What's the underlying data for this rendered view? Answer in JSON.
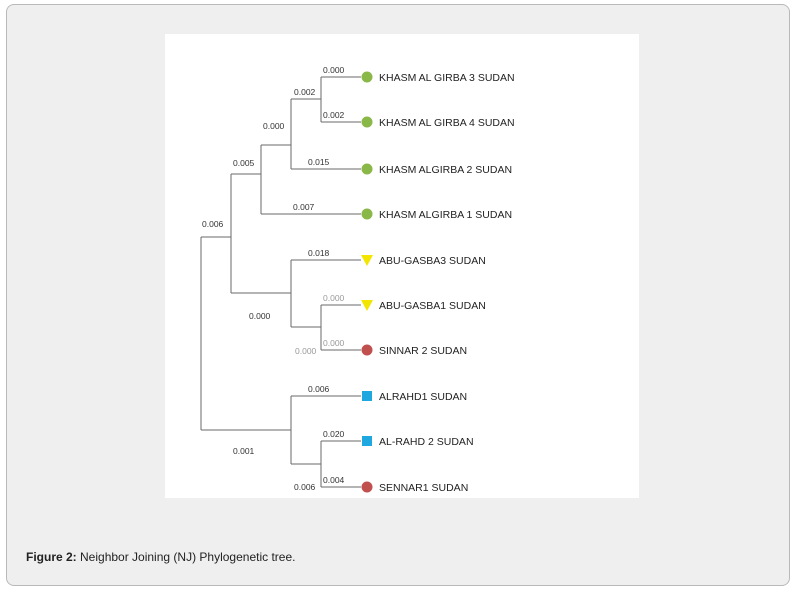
{
  "caption": {
    "label": "Figure 2:",
    "text": "Neighbor Joining (NJ) Phylogenetic tree."
  },
  "colors": {
    "green_marker": "#8ab848",
    "yellow_marker": "#f2e600",
    "red_marker": "#c0504d",
    "blue_marker": "#1fa8e0",
    "branch": "#6a6a6a"
  },
  "tree": {
    "method": "Neighbor Joining (NJ)",
    "leaves": [
      {
        "label": "KHASM AL GIRBA 3 SUDAN",
        "marker": "circle",
        "color": "#8ab848",
        "branch_length": "0.000"
      },
      {
        "label": "KHASM AL GIRBA 4 SUDAN",
        "marker": "circle",
        "color": "#8ab848",
        "branch_length": "0.002"
      },
      {
        "label": "KHASM ALGIRBA 2 SUDAN",
        "marker": "circle",
        "color": "#8ab848",
        "branch_length": "0.015"
      },
      {
        "label": "KHASM ALGIRBA 1 SUDAN",
        "marker": "circle",
        "color": "#8ab848",
        "branch_length": "0.007"
      },
      {
        "label": "ABU-GASBA3 SUDAN",
        "marker": "triangle",
        "color": "#f2e600",
        "branch_length": "0.018"
      },
      {
        "label": "ABU-GASBA1 SUDAN",
        "marker": "triangle",
        "color": "#f2e600",
        "branch_length": "0.000"
      },
      {
        "label": "SINNAR 2 SUDAN",
        "marker": "circle",
        "color": "#c0504d",
        "branch_length": "0.000"
      },
      {
        "label": "ALRAHD1 SUDAN",
        "marker": "square",
        "color": "#1fa8e0",
        "branch_length": "0.006"
      },
      {
        "label": "AL-RAHD 2 SUDAN",
        "marker": "square",
        "color": "#1fa8e0",
        "branch_length": "0.020"
      },
      {
        "label": "SENNAR1 SUDAN",
        "marker": "circle",
        "color": "#c0504d",
        "branch_length": "0.004"
      }
    ],
    "internal_branch_labels": [
      "0.002",
      "0.000",
      "0.005",
      "0.006",
      "0.000",
      "0.000",
      "0.001",
      "0.006"
    ]
  }
}
